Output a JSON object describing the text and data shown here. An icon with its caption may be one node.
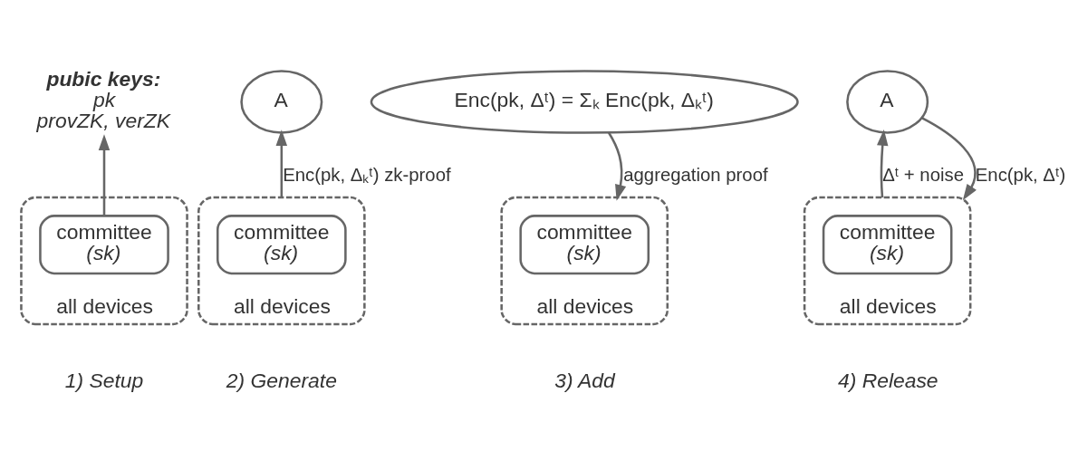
{
  "diagram": {
    "nodes": [
      {
        "text": [
          "all devices"
        ],
        "beside": [
          "1) Setup"
        ]
      },
      {
        "text": [
          "committee",
          "(sk)"
        ],
        "in": 0
      },
      {
        "text": [
          "pubic keys:",
          "pk",
          "provZK, verZK"
        ]
      },
      {
        "text": [
          "all devices"
        ],
        "beside": [
          "2) Generate"
        ]
      },
      {
        "text": [
          "committee",
          "(sk)"
        ],
        "in": 3
      },
      {
        "text": [
          "A"
        ]
      },
      {
        "text": [
          "all devices"
        ],
        "beside": [
          "3) Add"
        ]
      },
      {
        "text": [
          "committee",
          "(sk)"
        ],
        "in": 6
      },
      {
        "text": [
          "Enc(pk, Δᵗ) = Σₖ Enc(pk, Δₖᵗ)"
        ]
      },
      {
        "text": [
          "all devices"
        ],
        "beside": [
          "4) Release"
        ]
      },
      {
        "text": [
          "committee",
          "(sk)"
        ],
        "in": 9
      },
      {
        "text": [
          "A"
        ]
      }
    ],
    "edges": [
      {
        "from": 1,
        "to": 2,
        "arrow": "to"
      },
      {
        "from": 3,
        "to": 5,
        "arrow": "to",
        "label": "Enc(pk, Δₖᵗ) zk-proof"
      },
      {
        "from": 8,
        "to": 6,
        "arrow": "to",
        "label": "aggregation proof"
      },
      {
        "from": 9,
        "to": 11,
        "arrow": "to",
        "label": "Δᵗ + noise"
      },
      {
        "from": 11,
        "to": 9,
        "arrow": "to",
        "label": "Enc(pk, Δᵗ)"
      }
    ]
  }
}
